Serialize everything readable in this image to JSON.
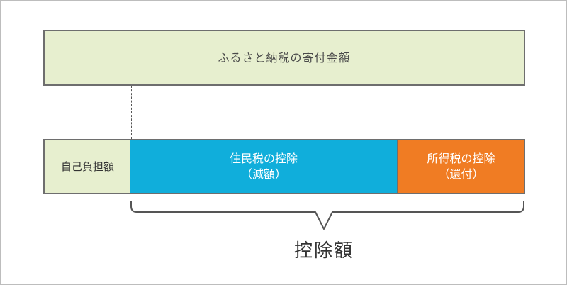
{
  "total": {
    "label": "ふるさと納税の寄付金額"
  },
  "self_burden": {
    "label": "自己負担額"
  },
  "resident_tax": {
    "label": "住民税の控除",
    "sub": "（減額）"
  },
  "income_tax": {
    "label": "所得税の控除",
    "sub": "（還付）"
  },
  "deduction": {
    "label": "控除額"
  },
  "colors": {
    "total_fill": "#e7efcf",
    "resident_fill": "#10aedb",
    "income_fill": "#f07c23",
    "outline": "#6e6e6e"
  }
}
